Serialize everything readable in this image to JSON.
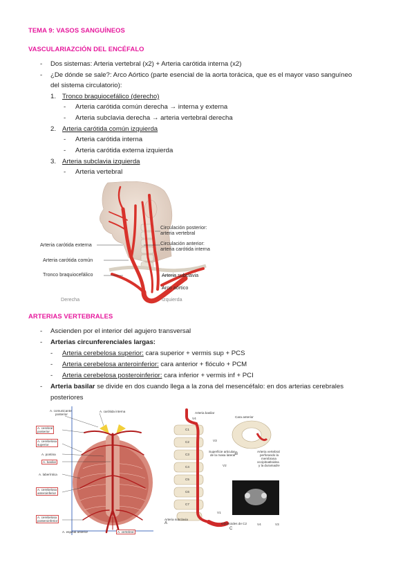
{
  "title": "TEMA 9: VASOS SANGUÍNEOS",
  "section1": {
    "heading": "VASCULARIAZCIÓN DEL ENCÉFALO",
    "bullet1": "Dos sistemas: Arteria vertebral (x2) + Arteria carótida interna (x2)",
    "bullet2_line1": "¿De dónde se sale?: Arco Aórtico (parte esencial de la aorta torácica, que es el mayor vaso sanguíneo",
    "bullet2_line2": "del sistema circulatorio):",
    "items": [
      {
        "num": "1.",
        "label": "Tronco braquiocefálico (derecho)",
        "sub": [
          "Arteria carótida común derecha → interna y externa",
          "Arteria subclavia derecha → arteria vertebral derecha"
        ]
      },
      {
        "num": "2.",
        "label": "Arteria carótida común izquierda",
        "sub": [
          "Arteria carótida interna",
          "Arteria carótida externa izquierda"
        ]
      },
      {
        "num": "3.",
        "label": "Arteria subclavia izquierda",
        "sub": [
          "Arteria vertebral"
        ]
      }
    ]
  },
  "figure1": {
    "labels": {
      "posterior_1": "Circulación posterior:",
      "posterior_2": "arteria vertebral",
      "anterior_1": "Circulación anterior:",
      "anterior_2": "arteria carótida interna",
      "carotida_externa": "Arteria carótida externa",
      "carotida_comun": "Arteria carótida común",
      "tronco": "Tronco braquiocefálico",
      "subclavia": "Arteria subclavia",
      "arco": "Arco aórtico",
      "derecha": "Derecha",
      "izquierda": "Izquierda"
    }
  },
  "section2": {
    "heading": "ARTERIAS VERTEBRALES",
    "bullet1": "Ascienden por el interior del agujero transversal",
    "bullet2": "Arterias circunferenciales largas:",
    "sub": [
      {
        "u": "Arteria cerebelosa superior:",
        "rest": " cara superior + vermis sup + PCS"
      },
      {
        "u": "Arteria cerebelosa anteroinferior:",
        "rest": " cara anterior + flóculo + PCM"
      },
      {
        "u": "Arteria cerebelosa posteroinferior:",
        "rest": " cara inferior + vermis inf + PCI"
      }
    ],
    "bullet3_bold": "Arteria basilar",
    "bullet3_rest": " se divide en dos cuando llega a la zona del mesencéfalo: en dos arterias cerebrales",
    "bullet3_line2": "posteriores"
  },
  "figure2": {
    "labels": {
      "comunicante_1": "A. comunicante",
      "comunicante_2": "posterior",
      "carotida_interna": "A. carótida interna",
      "cerebral_post_1": "A. cerebral",
      "cerebral_post_2": "posterior",
      "cerebelosa_sup_1": "A. cerebelosa",
      "cerebelosa_sup_2": "superior",
      "pontina": "A. pontina",
      "basilar": "A. basilar",
      "laberintica": "A. laberíntica",
      "aica_1": "A. cerebelosa",
      "aica_2": "anteroinferior",
      "pica_1": "A. cerebelosa",
      "pica_2": "posteroinferior",
      "espinal": "A. espinal anterior",
      "vertebral": "A. vertebral"
    }
  },
  "figure3": {
    "labels": {
      "basilar": "Arteria basilar",
      "v4": "V4",
      "c1": "C1",
      "c2": "C2",
      "c3": "C3",
      "c4": "C4",
      "c5": "C5",
      "c6": "C6",
      "c7": "C7",
      "v3": "V3",
      "v2": "V2",
      "v1": "V1",
      "superficie_1": "Superficie articular",
      "superficie_2": "de la masa lateral",
      "cara_anterior": "Cara anterior",
      "vert_perf_1": "Arteria vertebral",
      "vert_perf_2": "perforando la",
      "vert_perf_3": "membrana",
      "vert_perf_4": "occipitoatloidea",
      "vert_perf_5": "y la duramadre",
      "b": "B",
      "a": "A",
      "c": "C",
      "subclavia": "Arteria subclavia",
      "odontoides": "Odontoides de C2",
      "v4b": "V4",
      "v3b": "V3"
    }
  }
}
